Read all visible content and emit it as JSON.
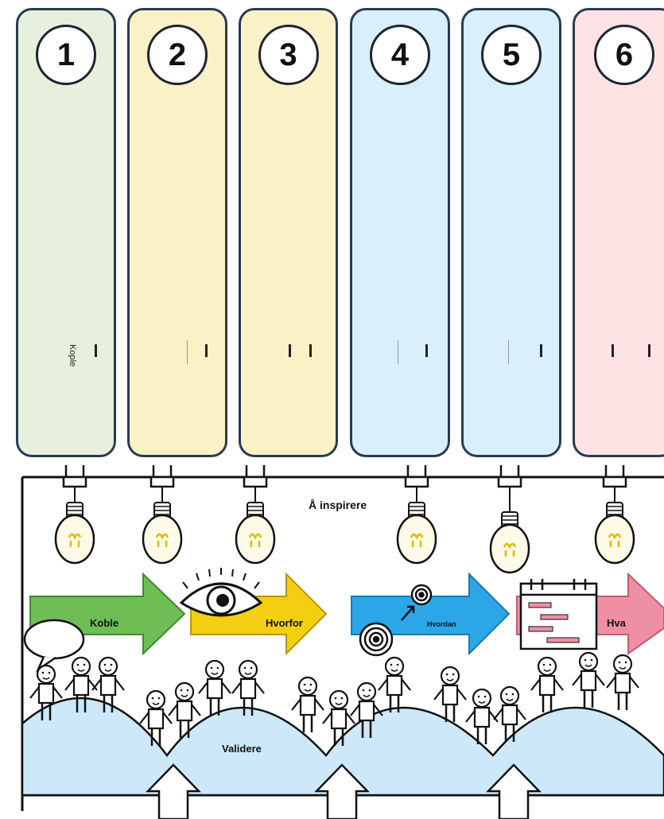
{
  "panels": [
    {
      "number": "1",
      "fill": "#e6f0dd",
      "text": "Kople"
    },
    {
      "number": "2",
      "fill": "#fbf1c6",
      "text": ""
    },
    {
      "number": "3",
      "fill": "#fbf1c6",
      "text": ""
    },
    {
      "number": "4",
      "fill": "#d9effb",
      "text": ""
    },
    {
      "number": "5",
      "fill": "#d9effb",
      "text": ""
    },
    {
      "number": "6",
      "fill": "#fde3e4",
      "text": ""
    }
  ],
  "scene": {
    "inspire_label": "Å inspirere",
    "validate_label": "Validere",
    "arrows": [
      {
        "label": "Koble",
        "color": "#6ebd55"
      },
      {
        "label": "Hvorfor",
        "color": "#f4cf11"
      },
      {
        "label": "Hvordan",
        "color": "#2ba7e8"
      },
      {
        "label": "Hva",
        "color": "#ef8fa4"
      }
    ],
    "wave_color": "#cde8f8"
  }
}
